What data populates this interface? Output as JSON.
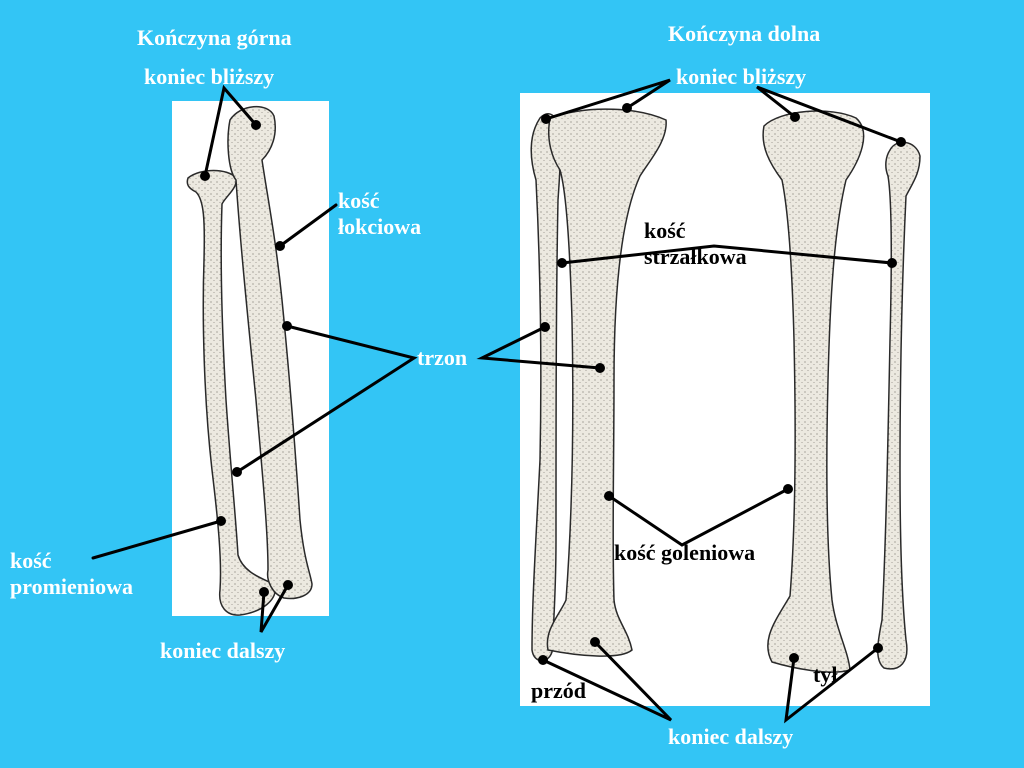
{
  "upper_limb": {
    "title": "Kończyna górna",
    "proximal_end": "koniec bliższy",
    "ulna": "kość łokciowa",
    "radius": "kość promieniowa",
    "distal_end": "koniec dalszy"
  },
  "lower_limb": {
    "title": "Kończyna dolna",
    "proximal_end": "koniec bliższy",
    "fibula": "kość strzałkowa",
    "tibia": "kość goleniowa",
    "front": "przód",
    "back": "tył",
    "distal_end": "koniec dalszy"
  },
  "shaft": "trzon",
  "colors": {
    "background": "#33c5f5",
    "panel": "#ffffff",
    "bone_fill": "#ece9e0",
    "bone_outline": "#2a2a2a",
    "leader_line": "#000000",
    "label_light": "#ffffff",
    "label_dark": "#000000"
  }
}
